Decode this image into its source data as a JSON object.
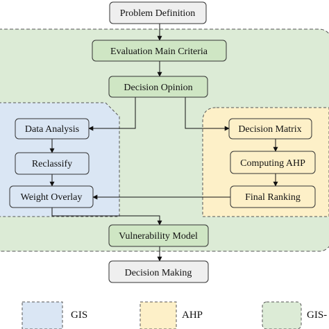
{
  "nodes": {
    "problem_definition": "Problem Definition",
    "evaluation_main_criteria": "Evaluation Main Criteria",
    "decision_opinion": "Decision Opinion",
    "data_analysis": "Data Analysis",
    "reclassify": "Reclassify",
    "weight_overlay": "Weight Overlay",
    "decision_matrix": "Decision Matrix",
    "computing_ahp": "Computing AHP",
    "final_ranking": "Final Ranking",
    "vulnerability_model": "Vulnerability Model",
    "decision_making": "Decision Making"
  },
  "legend": {
    "gis": "GIS",
    "ahp": "AHP",
    "gis_ahp": "GIS-"
  },
  "colors": {
    "gis_fill": "#dae6f4",
    "ahp_fill": "#fdf0c8",
    "outer_fill": "#dcebd6",
    "green_node": "#cfe6c4",
    "gray_node": "#efefef",
    "border": "#555555"
  }
}
